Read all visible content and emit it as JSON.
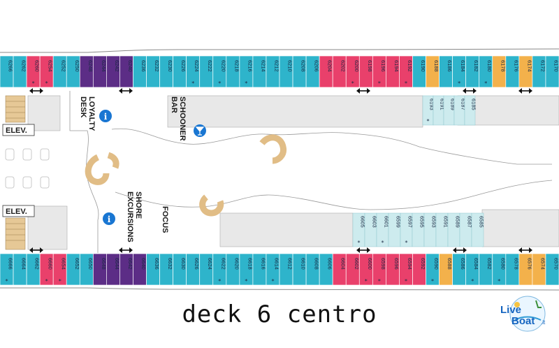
{
  "title": "deck 6 centro",
  "logo": {
    "text": "LiveBoat",
    "suffix": ".it"
  },
  "colors": {
    "inside": "#2eb4cb",
    "balcony_pink": "#e9406b",
    "suite_purple": "#5c2d86",
    "orange": "#f3b14b",
    "promenade": "#cdebee",
    "area_gray": "#e8e8e8"
  },
  "venues": {
    "loyalty": "LOYALTY\nDESK",
    "schooner": "SCHOONER\nBAR",
    "shore": "SHORE\nEXCURSIONS",
    "focus": "FOCUS",
    "elev": "ELEV."
  },
  "cabins_top": [
    {
      "n": "6266",
      "c": "inside",
      "s": false
    },
    {
      "n": "6262",
      "c": "inside",
      "s": false
    },
    {
      "n": "6260",
      "c": "balcony_pink",
      "s": true
    },
    {
      "n": "6254",
      "c": "balcony_pink",
      "s": true
    },
    {
      "n": "6252",
      "c": "inside",
      "s": false
    },
    {
      "n": "6250",
      "c": "inside",
      "s": false
    },
    {
      "n": "6248",
      "c": "suite_purple",
      "s": false
    },
    {
      "n": "6244",
      "c": "suite_purple",
      "s": false
    },
    {
      "n": "6242",
      "c": "suite_purple",
      "s": false
    },
    {
      "n": "6240",
      "c": "suite_purple",
      "s": false
    },
    {
      "n": "6236",
      "c": "inside",
      "s": false
    },
    {
      "n": "6232",
      "c": "inside",
      "s": false
    },
    {
      "n": "6230",
      "c": "inside",
      "s": false
    },
    {
      "n": "6226",
      "c": "inside",
      "s": false
    },
    {
      "n": "6224",
      "c": "inside",
      "s": true
    },
    {
      "n": "6222",
      "c": "inside",
      "s": false
    },
    {
      "n": "6220",
      "c": "inside",
      "s": true
    },
    {
      "n": "6218",
      "c": "inside",
      "s": false
    },
    {
      "n": "6216",
      "c": "inside",
      "s": true
    },
    {
      "n": "6214",
      "c": "inside",
      "s": false
    },
    {
      "n": "6212",
      "c": "inside",
      "s": false
    },
    {
      "n": "6210",
      "c": "inside",
      "s": false
    },
    {
      "n": "6208",
      "c": "inside",
      "s": false
    },
    {
      "n": "6206",
      "c": "inside",
      "s": false
    },
    {
      "n": "6204",
      "c": "balcony_pink",
      "s": false
    },
    {
      "n": "6202",
      "c": "balcony_pink",
      "s": false
    },
    {
      "n": "6200",
      "c": "balcony_pink",
      "s": true
    },
    {
      "n": "6198",
      "c": "balcony_pink",
      "s": false
    },
    {
      "n": "6196",
      "c": "balcony_pink",
      "s": true
    },
    {
      "n": "6194",
      "c": "balcony_pink",
      "s": false
    },
    {
      "n": "6192",
      "c": "balcony_pink",
      "s": true
    },
    {
      "n": "6190",
      "c": "inside",
      "s": false
    },
    {
      "n": "6188",
      "c": "orange",
      "s": false
    },
    {
      "n": "6186",
      "c": "inside",
      "s": false
    },
    {
      "n": "6184",
      "c": "inside",
      "s": true
    },
    {
      "n": "6182",
      "c": "inside",
      "s": false
    },
    {
      "n": "6180",
      "c": "inside",
      "s": true
    },
    {
      "n": "6178",
      "c": "orange",
      "s": false
    },
    {
      "n": "6176",
      "c": "inside",
      "s": false
    },
    {
      "n": "6174",
      "c": "orange",
      "s": false
    },
    {
      "n": "6172",
      "c": "inside",
      "s": false
    },
    {
      "n": "6170",
      "c": "inside",
      "s": false
    }
  ],
  "cabins_bottom": [
    {
      "n": "6666",
      "c": "inside",
      "s": true
    },
    {
      "n": "6664",
      "c": "inside",
      "s": false
    },
    {
      "n": "6662",
      "c": "inside",
      "s": false
    },
    {
      "n": "6660",
      "c": "balcony_pink",
      "s": true
    },
    {
      "n": "6654",
      "c": "balcony_pink",
      "s": true
    },
    {
      "n": "6652",
      "c": "inside",
      "s": false
    },
    {
      "n": "6650",
      "c": "inside",
      "s": false
    },
    {
      "n": "6648",
      "c": "suite_purple",
      "s": false
    },
    {
      "n": "6644",
      "c": "suite_purple",
      "s": false
    },
    {
      "n": "6642",
      "c": "suite_purple",
      "s": false
    },
    {
      "n": "6640",
      "c": "suite_purple",
      "s": false
    },
    {
      "n": "6636",
      "c": "inside",
      "s": false
    },
    {
      "n": "6632",
      "c": "inside",
      "s": false
    },
    {
      "n": "6630",
      "c": "inside",
      "s": false
    },
    {
      "n": "6626",
      "c": "inside",
      "s": false
    },
    {
      "n": "6624",
      "c": "inside",
      "s": false
    },
    {
      "n": "6622",
      "c": "inside",
      "s": true
    },
    {
      "n": "6620",
      "c": "inside",
      "s": false
    },
    {
      "n": "6618",
      "c": "inside",
      "s": true
    },
    {
      "n": "6616",
      "c": "inside",
      "s": false
    },
    {
      "n": "6614",
      "c": "inside",
      "s": true
    },
    {
      "n": "6612",
      "c": "inside",
      "s": false
    },
    {
      "n": "6610",
      "c": "inside",
      "s": false
    },
    {
      "n": "6608",
      "c": "inside",
      "s": false
    },
    {
      "n": "6606",
      "c": "inside",
      "s": false
    },
    {
      "n": "6604",
      "c": "balcony_pink",
      "s": false
    },
    {
      "n": "6602",
      "c": "balcony_pink",
      "s": false
    },
    {
      "n": "6600",
      "c": "balcony_pink",
      "s": true
    },
    {
      "n": "6598",
      "c": "balcony_pink",
      "s": true
    },
    {
      "n": "6596",
      "c": "balcony_pink",
      "s": false
    },
    {
      "n": "6594",
      "c": "balcony_pink",
      "s": true
    },
    {
      "n": "6592",
      "c": "balcony_pink",
      "s": false
    },
    {
      "n": "6590",
      "c": "inside",
      "s": true
    },
    {
      "n": "6588",
      "c": "orange",
      "s": false
    },
    {
      "n": "6586",
      "c": "inside",
      "s": false
    },
    {
      "n": "6584",
      "c": "inside",
      "s": true
    },
    {
      "n": "6582",
      "c": "inside",
      "s": false
    },
    {
      "n": "6580",
      "c": "inside",
      "s": true
    },
    {
      "n": "6578",
      "c": "inside",
      "s": false
    },
    {
      "n": "6576",
      "c": "orange",
      "s": false
    },
    {
      "n": "6574",
      "c": "orange",
      "s": false
    },
    {
      "n": "6570",
      "c": "inside",
      "s": false
    }
  ],
  "promenade_top": [
    {
      "n": "6193",
      "s": true
    },
    {
      "n": "6191",
      "s": false
    },
    {
      "n": "6189",
      "s": false
    },
    {
      "n": "6187",
      "s": false
    },
    {
      "n": "6185",
      "s": false
    }
  ],
  "promenade_bottom": [
    {
      "n": "6605",
      "s": true
    },
    {
      "n": "6603",
      "s": false
    },
    {
      "n": "6601",
      "s": true
    },
    {
      "n": "6599",
      "s": false
    },
    {
      "n": "6597",
      "s": true
    },
    {
      "n": "6595",
      "s": false
    },
    {
      "n": "6593",
      "s": false
    },
    {
      "n": "6591",
      "s": false
    },
    {
      "n": "6589",
      "s": false
    },
    {
      "n": "6587",
      "s": false
    },
    {
      "n": "6585",
      "s": false
    }
  ]
}
